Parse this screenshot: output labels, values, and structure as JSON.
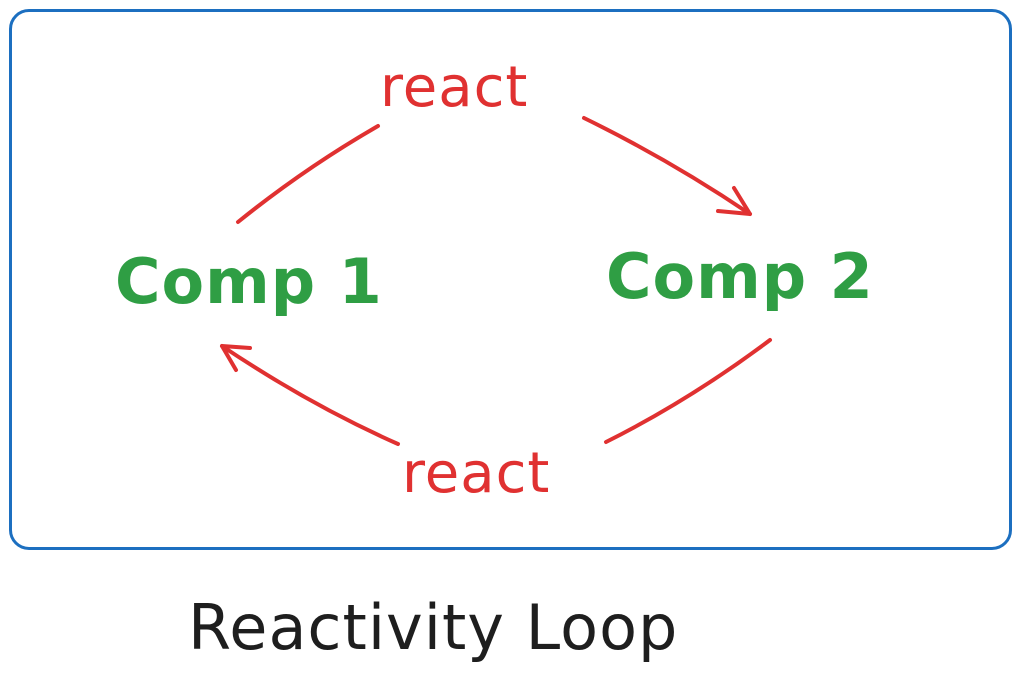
{
  "diagram": {
    "nodes": {
      "comp1": "Comp 1",
      "comp2": "Comp 2"
    },
    "edges": {
      "top_label": "react",
      "bottom_label": "react"
    },
    "caption": "Reactivity Loop"
  },
  "colors": {
    "frame": "#1c6fc0",
    "edge": "#e03131",
    "node": "#2f9e44",
    "caption": "#1e1e1e"
  }
}
